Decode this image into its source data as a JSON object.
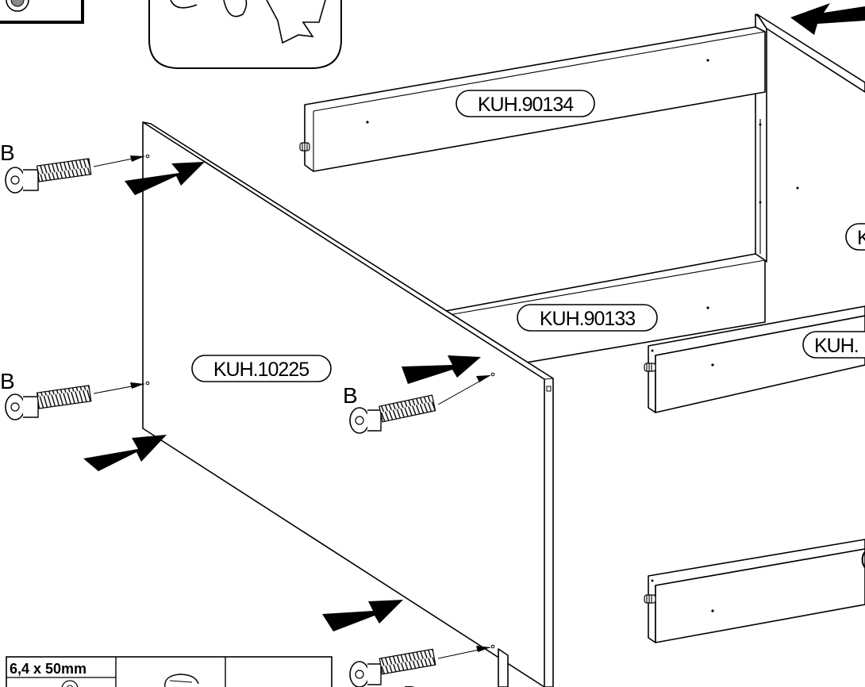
{
  "parts": {
    "side_panel": "KUH.10225",
    "top_rail": "KUH.90134",
    "middle_rail": "KUH.90133",
    "right_rail_partial": "KUH.",
    "right_edge_partial": "K",
    "right_edge_bracket": "("
  },
  "screw_letter": "B",
  "fitting_table": {
    "size_label": "6,4 x 50mm"
  },
  "bottom_partial_label": "B"
}
